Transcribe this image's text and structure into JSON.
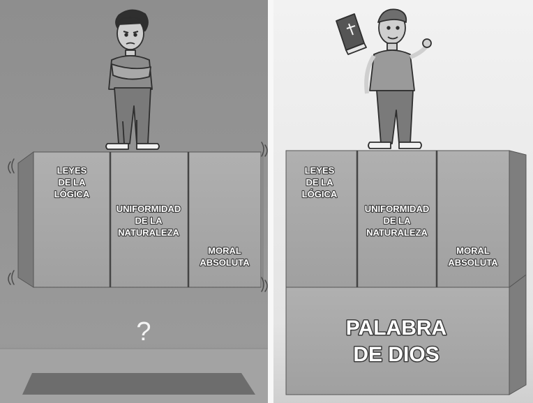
{
  "left_panel": {
    "pillars": [
      {
        "lines": [
          "LEYES",
          "DE LA",
          "LÓGICA"
        ]
      },
      {
        "lines": [
          "UNIFORMIDAD",
          "DE LA",
          "NATURALEZA"
        ]
      },
      {
        "lines": [
          "MORAL",
          "ABSOLUTA"
        ]
      }
    ],
    "foundation_text": "?"
  },
  "right_panel": {
    "pillars": [
      {
        "lines": [
          "LEYES",
          "DE LA",
          "LÓGICA"
        ]
      },
      {
        "lines": [
          "UNIFORMIDAD",
          "DE LA",
          "NATURALEZA"
        ]
      },
      {
        "lines": [
          "MORAL",
          "ABSOLUTA"
        ]
      }
    ],
    "foundation_lines": [
      "PALABRA",
      "DE DIOS"
    ]
  },
  "colors": {
    "left_background": "#9a9a9a",
    "right_background": "#e6e6e6",
    "block_face": "#a8a8a8",
    "block_side": "#7e7e7e",
    "label_fill": "#ffffff",
    "label_outline": "#3a3a3a"
  }
}
